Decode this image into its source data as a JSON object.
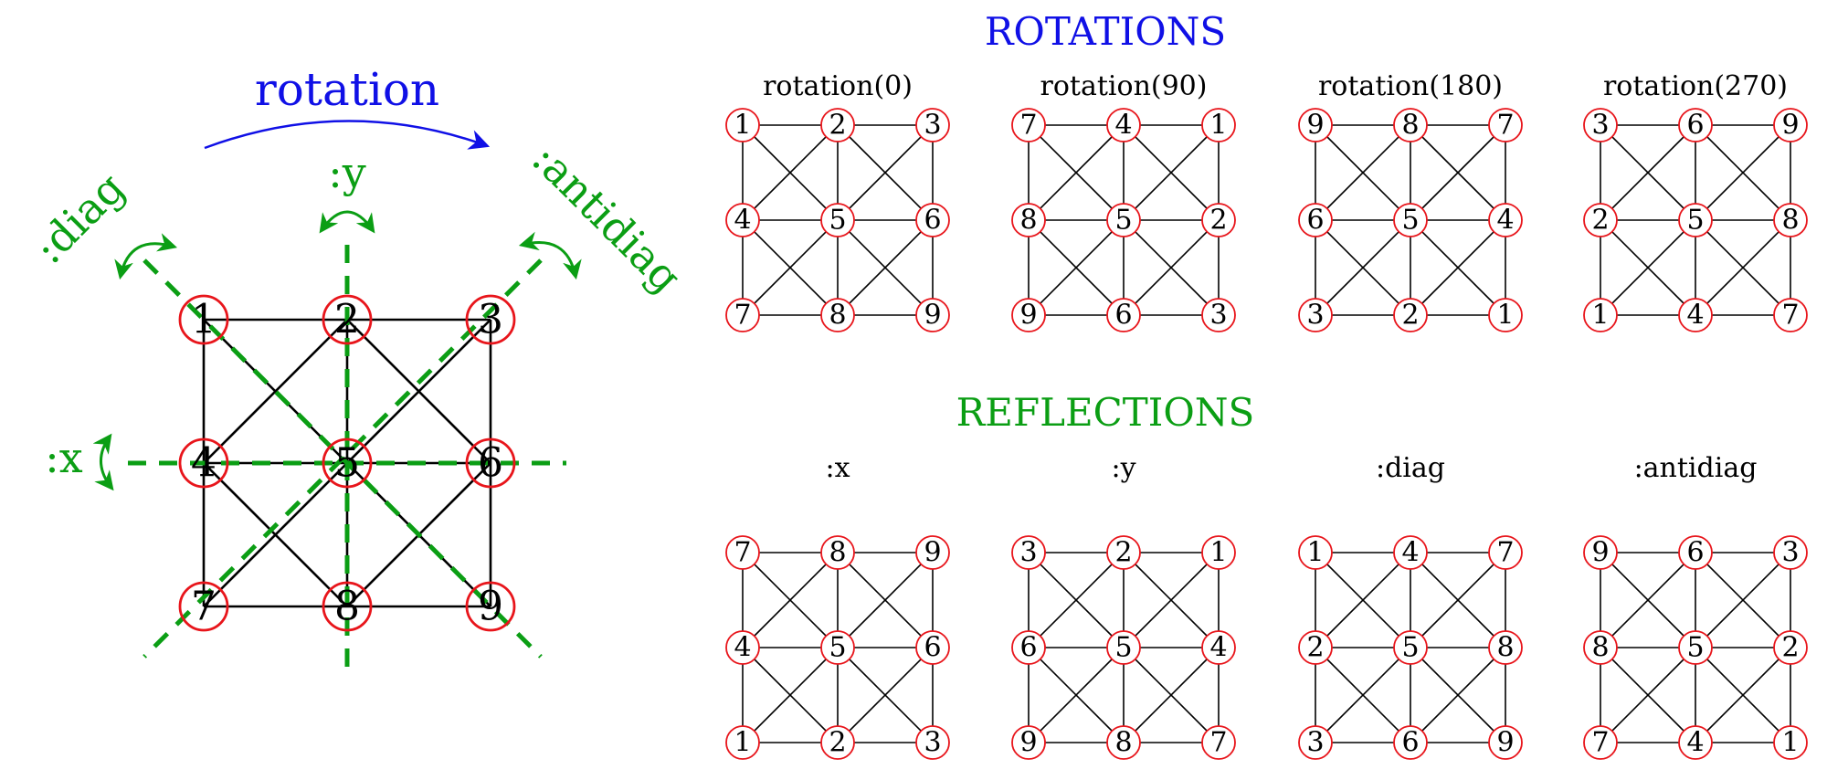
{
  "colors": {
    "node_stroke": "#e8151b",
    "edge": "#000000",
    "axis": "#0b9e14",
    "rotation": "#1010e6",
    "section_rotations": "#1010e6",
    "section_reflections": "#0b9e14"
  },
  "main_diagram": {
    "rotation_label": "rotation",
    "axis_labels": {
      "y": ":y",
      "x": ":x",
      "diag": ":diag",
      "antidiag": ":antidiag"
    },
    "nodes": [
      "1",
      "2",
      "3",
      "4",
      "5",
      "6",
      "7",
      "8",
      "9"
    ]
  },
  "sections": {
    "rotations": "ROTATIONS",
    "reflections": "REFLECTIONS"
  },
  "panels": [
    {
      "title": "rotation(0)",
      "nodes": [
        "1",
        "2",
        "3",
        "4",
        "5",
        "6",
        "7",
        "8",
        "9"
      ]
    },
    {
      "title": "rotation(90)",
      "nodes": [
        "7",
        "4",
        "1",
        "8",
        "5",
        "2",
        "9",
        "6",
        "3"
      ]
    },
    {
      "title": "rotation(180)",
      "nodes": [
        "9",
        "8",
        "7",
        "6",
        "5",
        "4",
        "3",
        "2",
        "1"
      ]
    },
    {
      "title": "rotation(270)",
      "nodes": [
        "3",
        "6",
        "9",
        "2",
        "5",
        "8",
        "1",
        "4",
        "7"
      ]
    },
    {
      "title": ":x",
      "nodes": [
        "7",
        "8",
        "9",
        "4",
        "5",
        "6",
        "1",
        "2",
        "3"
      ]
    },
    {
      "title": ":y",
      "nodes": [
        "3",
        "2",
        "1",
        "6",
        "5",
        "4",
        "9",
        "8",
        "7"
      ]
    },
    {
      "title": ":diag",
      "nodes": [
        "1",
        "4",
        "7",
        "2",
        "5",
        "8",
        "3",
        "6",
        "9"
      ]
    },
    {
      "title": ":antidiag",
      "nodes": [
        "9",
        "6",
        "3",
        "8",
        "5",
        "2",
        "7",
        "4",
        "1"
      ]
    }
  ]
}
